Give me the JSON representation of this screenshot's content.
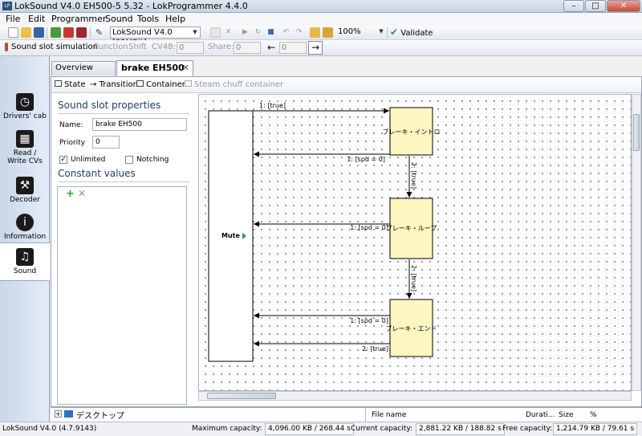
{
  "window": {
    "title": "LokSound V4.0 EH500-5  5.32 - LokProgrammer 4.4.0",
    "app_icon": "lokprogrammer-icon",
    "minimize": "–",
    "maximize": "□",
    "close": "✕"
  },
  "menu": [
    "File",
    "Edit",
    "Programmer",
    "Sound",
    "Tools",
    "Help"
  ],
  "toolbar": {
    "decoder_select": "LokSound V4.0 [32MBit]",
    "zoom": "100%",
    "validate": "Validate"
  },
  "toolbar2": {
    "simulation": "Sound slot simulation",
    "function": "Function",
    "shift": "Shift",
    "cv48_label": "CV48:",
    "cv48_value": "0",
    "share_label": "Share:",
    "share_value": "0",
    "step_value": "0"
  },
  "nav": [
    {
      "label": "Drivers' cab",
      "icon": "drivers-cab-icon"
    },
    {
      "label": "Read / Write CVs",
      "icon": "read-write-cvs-icon"
    },
    {
      "label": "Decoder",
      "icon": "decoder-icon"
    },
    {
      "label": "Information",
      "icon": "information-icon"
    },
    {
      "label": "Sound",
      "icon": "sound-icon"
    }
  ],
  "tabs": {
    "overview": "Overview",
    "active": "brake EH500",
    "close": "✕"
  },
  "subtabs": [
    "State",
    "Transition",
    "Container",
    "Steam chuff container"
  ],
  "props": {
    "heading": "Sound slot properties",
    "name_label": "Name:",
    "name_value": "brake EH500",
    "priority_label": "Priority",
    "priority_value": "0",
    "unlimited_label": "Unlimited",
    "unlimited_checked": true,
    "notching_label": "Notching",
    "notching_checked": false,
    "constants_heading": "Constant values"
  },
  "diagram": {
    "mute_label": "Mute",
    "states": [
      {
        "label": "ブレーキ・イントロ"
      },
      {
        "label": "ブレーキ・ループ"
      },
      {
        "label": "ブレーキ・エンド"
      }
    ],
    "transitions": [
      {
        "label": "1: [true]"
      },
      {
        "label": "1: [spd = 0]"
      },
      {
        "label": "2: [true]"
      },
      {
        "label": "1: [spd = 0]"
      },
      {
        "label": "2: [true]"
      },
      {
        "label": "1: [spd = 0]"
      },
      {
        "label": "2: [true]"
      }
    ]
  },
  "bottom": {
    "tree_root": "デスクトップ",
    "col_file": "File name",
    "col_duration": "Durati...",
    "col_size": "Size",
    "col_pct": "%"
  },
  "status": {
    "decoder": "LokSound V4.0 (4.7.9143)",
    "max_label": "Maximum capacity:",
    "max_value": "4,096.00 KB / 268.44 s",
    "cur_label": "Current capacity:",
    "cur_value": "2,881.22 KB / 188.82 s",
    "free_label": "Free capacity:",
    "free_value": "1,214.79 KB / 79.61 s"
  },
  "colors": {
    "state_fill": "#fdf6c0",
    "nav_bg": "#d6e1ef",
    "header_text": "#1f3d6a"
  }
}
